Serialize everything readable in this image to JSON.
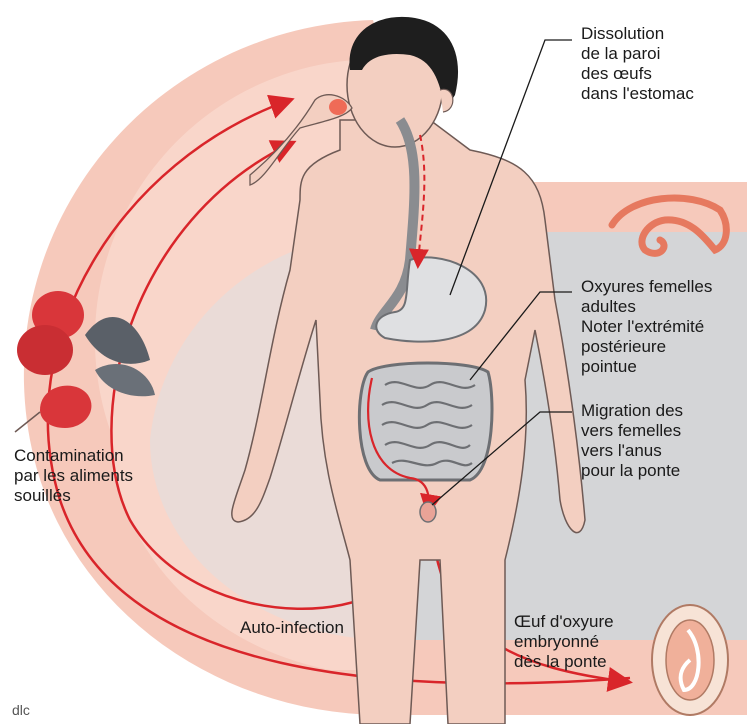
{
  "labels": {
    "stomach": [
      "Dissolution",
      "de la paroi",
      "des œufs",
      "dans l'estomac"
    ],
    "adult_females": [
      "Oxyures femelles",
      "adultes",
      "Noter l'extrémité",
      "postérieure",
      "pointue"
    ],
    "migration": [
      "Migration des",
      "vers femelles",
      "vers l'anus",
      "pour la ponte"
    ],
    "contamination": [
      "Contamination",
      "par les aliments",
      "souillés"
    ],
    "auto_infection": "Auto-infection",
    "egg": [
      "Œuf d'oxyure",
      "embryonné",
      "dès la ponte"
    ],
    "credit": "dlc"
  },
  "colors": {
    "salmon": "#f6c9bb",
    "salmon_light": "#fbe0d7",
    "grey_band": "#d4d5d7",
    "skin": "#f3cfc1",
    "arrow_red": "#d9252a",
    "hair": "#1e1e1e",
    "gut_grey": "#bfc1c4",
    "strawberry": "#d9363a",
    "leaf": "#5a6068"
  }
}
